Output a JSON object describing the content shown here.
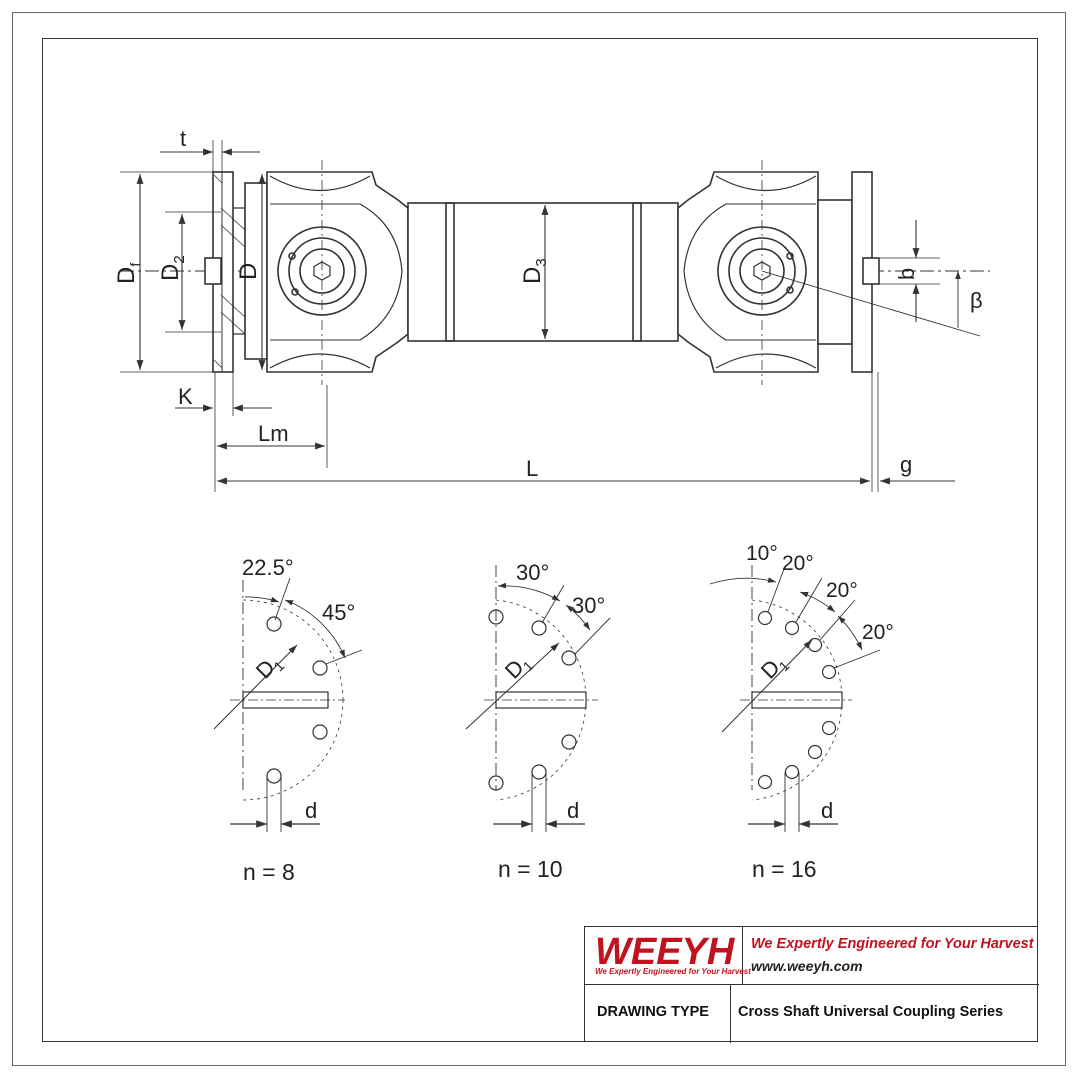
{
  "labels": {
    "t": "t",
    "Df_main": "D",
    "Df_sub": "f",
    "D2_main": "D",
    "D2_sub": "2",
    "D": "D",
    "D3_main": "D",
    "D3_sub": "3",
    "b": "b",
    "beta": "β",
    "K": "K",
    "Lm": "Lm",
    "L": "L",
    "g": "g"
  },
  "patterns": [
    {
      "n_label": "n = 8",
      "angles": [
        "22.5°",
        "45°"
      ],
      "D1_main": "D",
      "D1_sub": "1",
      "d": "d"
    },
    {
      "n_label": "n = 10",
      "angles": [
        "30°",
        "30°"
      ],
      "D1_main": "D",
      "D1_sub": "1",
      "d": "d"
    },
    {
      "n_label": "n = 16",
      "angles": [
        "10°",
        "20°",
        "20°",
        "20°"
      ],
      "D1_main": "D",
      "D1_sub": "1",
      "d": "d"
    }
  ],
  "title_block": {
    "logo": "WEEYH",
    "logo_tagline": "We Expertly Engineered for Your Harvest",
    "slogan": "We Expertly Engineered for Your Harvest",
    "website": "www.weeyh.com",
    "drawing_type_label": "DRAWING TYPE",
    "drawing_type_value": "Cross Shaft Universal Coupling Series"
  },
  "colors": {
    "brand": "#c1121f",
    "line": "#333333"
  }
}
